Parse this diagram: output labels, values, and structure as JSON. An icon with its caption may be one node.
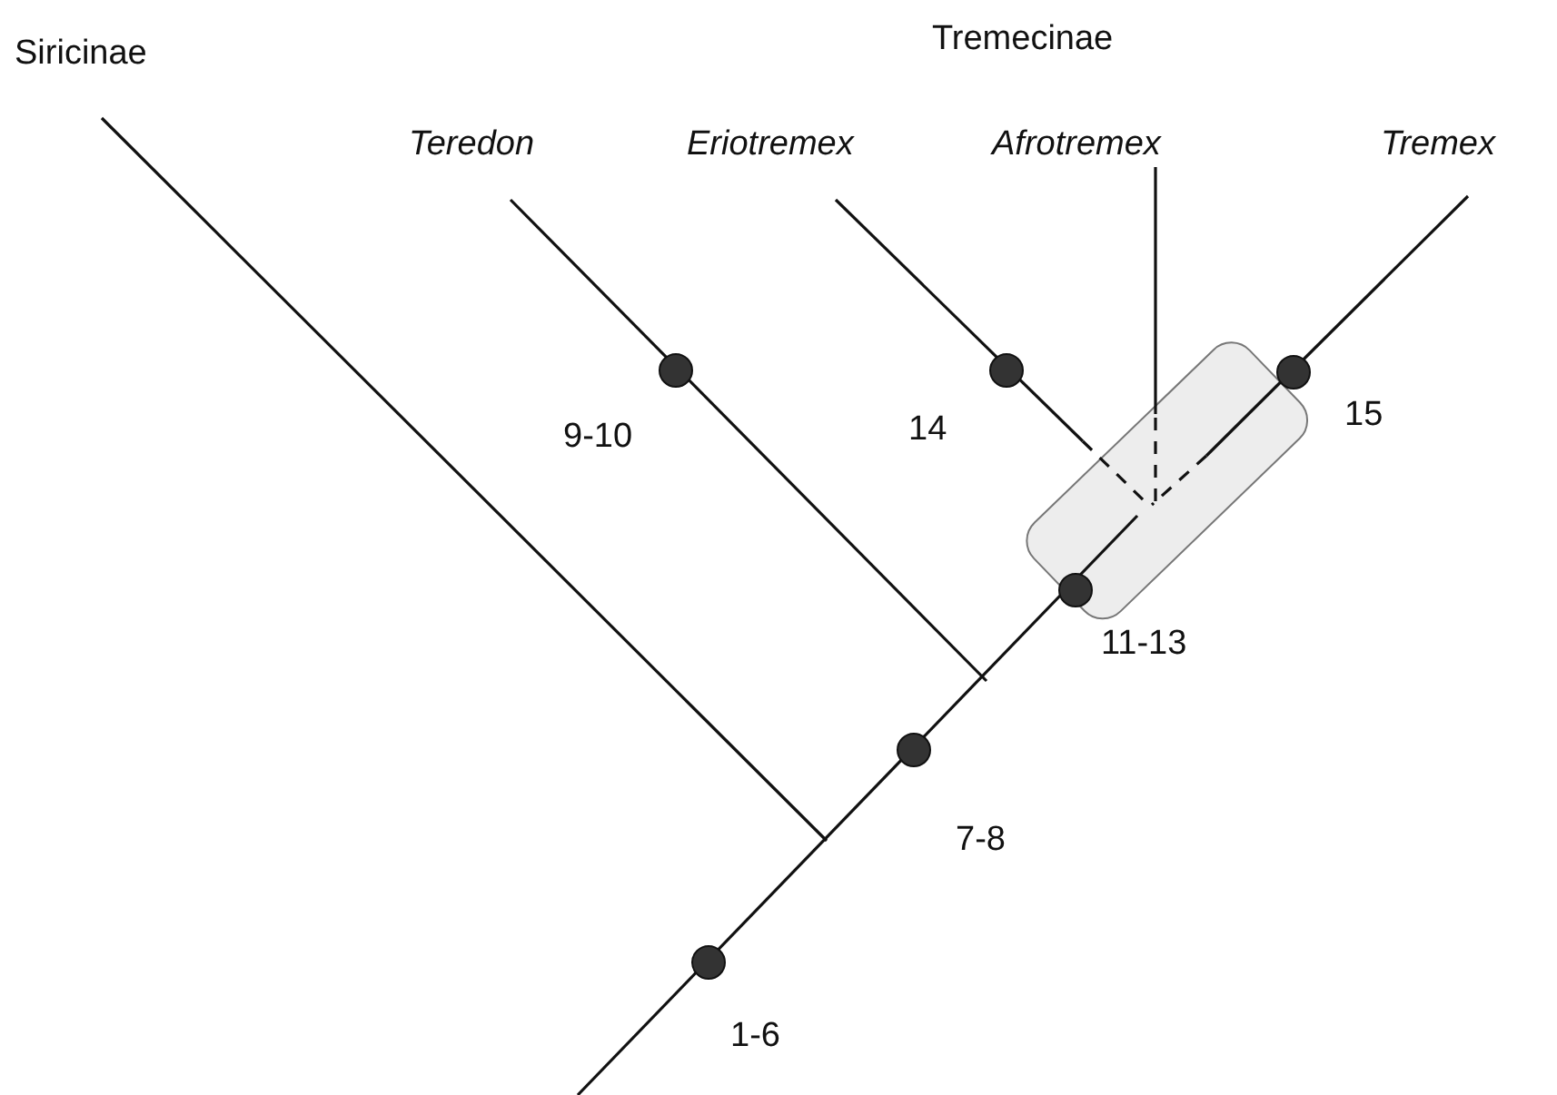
{
  "diagram": {
    "nodes": [
      {
        "text": [
          "Siricinae"
        ]
      },
      {
        "text": [
          "Teredon"
        ]
      },
      {
        "text": [
          "Eriotremex"
        ]
      },
      {
        "text": [
          "Afrotremex"
        ]
      },
      {
        "text": [
          "Tremex"
        ]
      }
    ],
    "edges": [
      {
        "from": null,
        "to": 0,
        "arrow": "none"
      },
      {
        "from": null,
        "to": 1,
        "arrow": "none"
      },
      {
        "from": null,
        "to": 2,
        "arrow": "none"
      },
      {
        "from": null,
        "to": 3,
        "arrow": "none"
      },
      {
        "from": null,
        "to": 4,
        "arrow": "none"
      }
    ],
    "labels": [
      "Tremecinae",
      "9-10",
      "14",
      "15",
      "11-13",
      "7-8",
      "1-6"
    ]
  }
}
